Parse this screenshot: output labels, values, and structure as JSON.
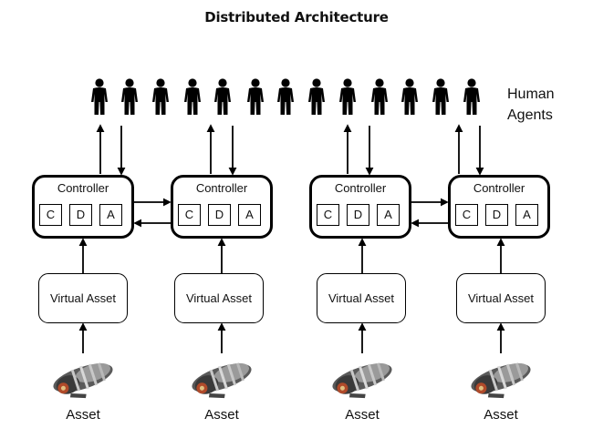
{
  "title": "Distributed Architecture",
  "human_agents_label_line1": "Human",
  "human_agents_label_line2": "Agents",
  "controller_label": "Controller",
  "cda_labels": [
    "C",
    "D",
    "A"
  ],
  "virtual_asset_label": "Virtual Asset",
  "asset_label": "Asset",
  "agent_count": 13,
  "unit_count": 4
}
